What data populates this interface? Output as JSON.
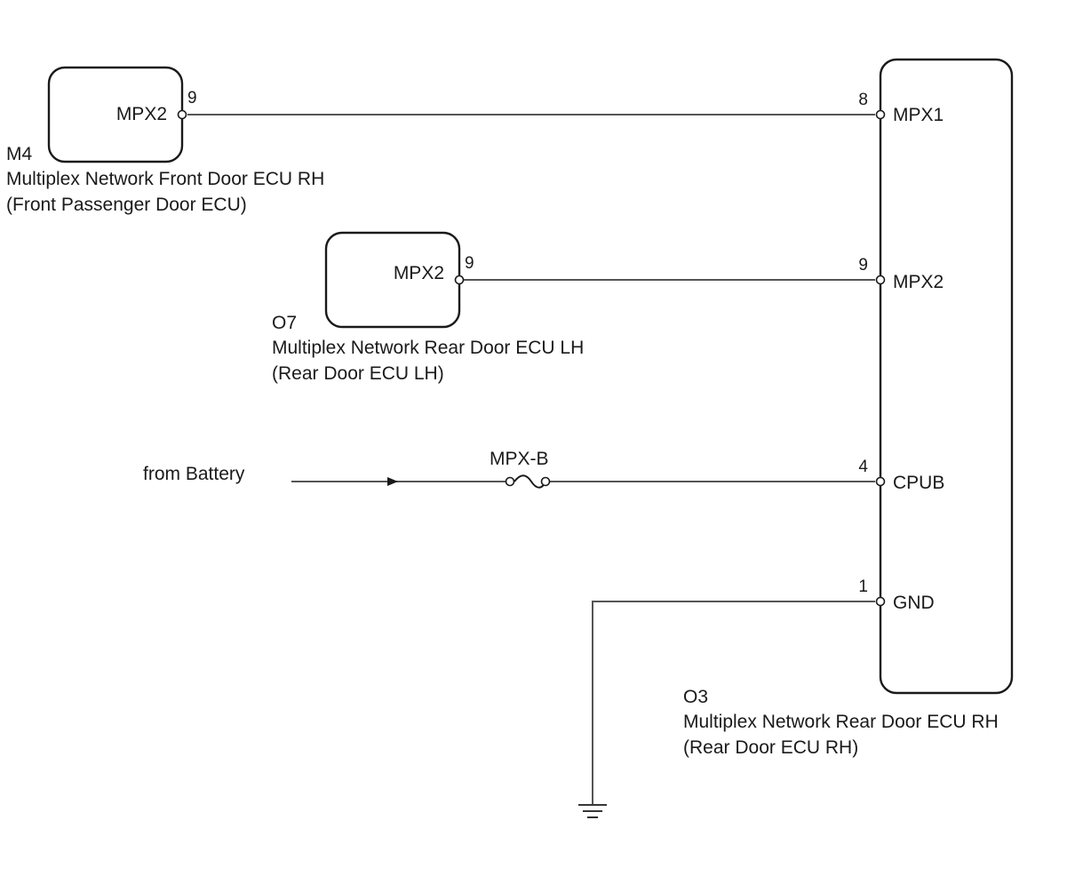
{
  "components": {
    "m4": {
      "code": "M4",
      "name": "Multiplex Network Front Door ECU RH",
      "alt_name": "(Front Passenger Door ECU)",
      "terminal": "MPX2",
      "pin": "9"
    },
    "o7": {
      "code": "O7",
      "name": "Multiplex Network Rear Door ECU LH",
      "alt_name": "(Rear Door ECU LH)",
      "terminal": "MPX2",
      "pin": "9"
    },
    "o3": {
      "code": "O3",
      "name": "Multiplex Network Rear Door ECU RH",
      "alt_name": "(Rear Door ECU RH)",
      "terminals": [
        {
          "pin": "8",
          "name": "MPX1"
        },
        {
          "pin": "9",
          "name": "MPX2"
        },
        {
          "pin": "4",
          "name": "CPUB"
        },
        {
          "pin": "1",
          "name": "GND"
        }
      ]
    }
  },
  "battery": {
    "label": "from Battery"
  },
  "fuse": {
    "label": "MPX-B"
  }
}
